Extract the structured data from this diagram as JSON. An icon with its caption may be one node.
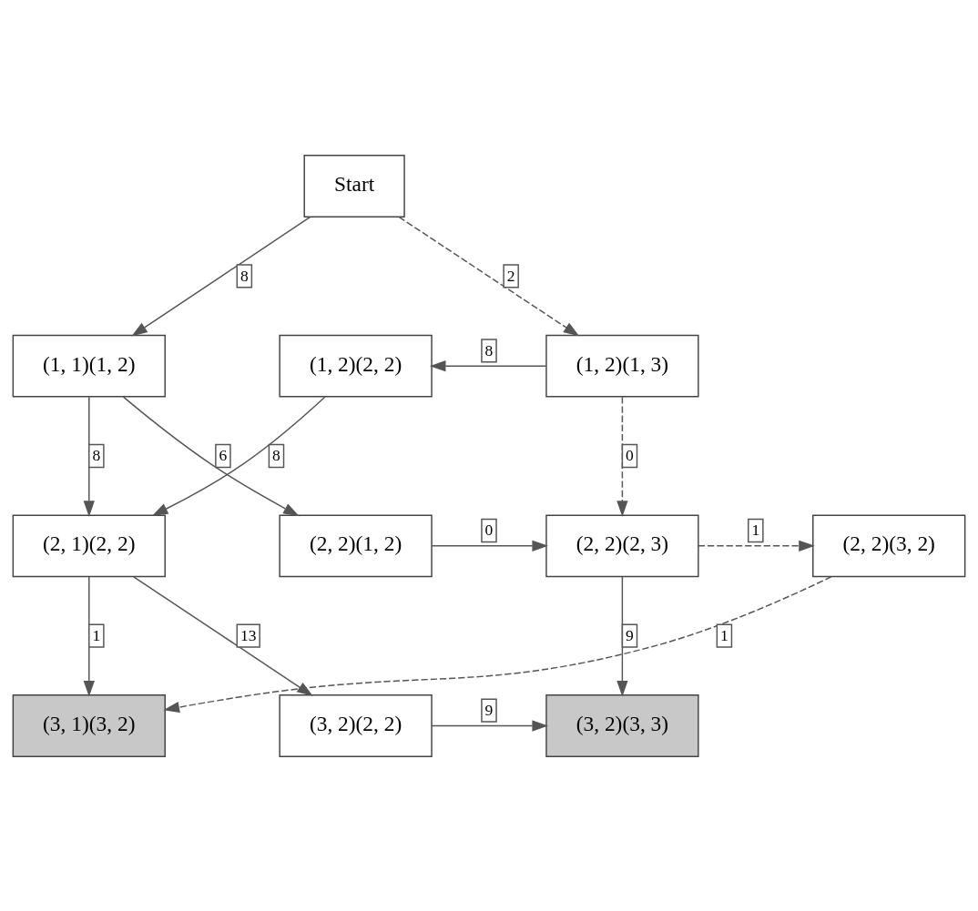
{
  "diagram": {
    "nodes": [
      {
        "text": [
          "Start"
        ]
      },
      {
        "text": [
          "(1, 1)(1, 2)"
        ]
      },
      {
        "text": [
          "(1, 2)(2, 2)"
        ]
      },
      {
        "text": [
          "(1, 2)(1, 3)"
        ]
      },
      {
        "text": [
          "(2, 1)(2, 2)"
        ]
      },
      {
        "text": [
          "(2, 2)(1, 2)"
        ]
      },
      {
        "text": [
          "(2, 2)(2, 3)"
        ]
      },
      {
        "text": [
          "(2, 2)(3, 2)"
        ]
      },
      {
        "text": [
          "(3, 1)(3, 2)"
        ]
      },
      {
        "text": [
          "(3, 2)(2, 2)"
        ]
      },
      {
        "text": [
          "(3, 2)(3, 3)"
        ]
      }
    ],
    "edges": [
      {
        "from": 0,
        "to": 1,
        "arrow": "to",
        "label": "8"
      },
      {
        "from": 0,
        "to": 3,
        "arrow": "to",
        "label": "2",
        "style": "dashed"
      },
      {
        "from": 3,
        "to": 2,
        "arrow": "to",
        "label": "8"
      },
      {
        "from": 1,
        "to": 4,
        "arrow": "to",
        "label": "8"
      },
      {
        "from": 1,
        "to": 5,
        "arrow": "to",
        "label": "6"
      },
      {
        "from": 2,
        "to": 4,
        "arrow": "to",
        "label": "8"
      },
      {
        "from": 3,
        "to": 6,
        "arrow": "to",
        "label": "0",
        "style": "dashed"
      },
      {
        "from": 5,
        "to": 6,
        "arrow": "to",
        "label": "0"
      },
      {
        "from": 6,
        "to": 7,
        "arrow": "to",
        "label": "1",
        "style": "dashed"
      },
      {
        "from": 4,
        "to": 8,
        "arrow": "to",
        "label": "1"
      },
      {
        "from": 4,
        "to": 9,
        "arrow": "to",
        "label": "13"
      },
      {
        "from": 7,
        "to": 8,
        "arrow": "to",
        "label": "1",
        "style": "dashed"
      },
      {
        "from": 6,
        "to": 10,
        "arrow": "to",
        "label": "9"
      },
      {
        "from": 9,
        "to": 10,
        "arrow": "to",
        "label": "9"
      }
    ]
  }
}
